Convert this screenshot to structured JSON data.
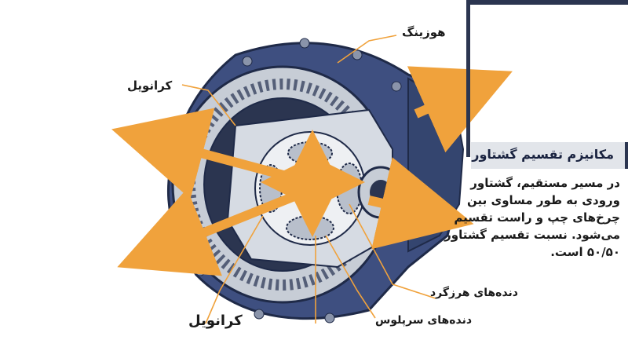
{
  "labels": {
    "housing": "هوزینگ",
    "crown_top": "کرانویل",
    "crown_bottom": "کرانویل",
    "side_gears": "دنده‌های هرزگرد",
    "spider_gears": "دنده‌های سرپلوس"
  },
  "panel": {
    "title": "مکانیزم تقسیم گشتاور",
    "lines": [
      "در مسیر مستقیم، گشتاور",
      "ورودی به طور مساوی بین",
      "چرخ‌های چپ و راست تقسیم",
      "می‌شود. نسبت تقسیم گشتاور",
      "۵۰/۵۰ است."
    ]
  },
  "colors": {
    "arrow": "#f0a23c",
    "housing": "#3e4f80",
    "metal": "#c7cdd6",
    "dark": "#2b3550"
  }
}
